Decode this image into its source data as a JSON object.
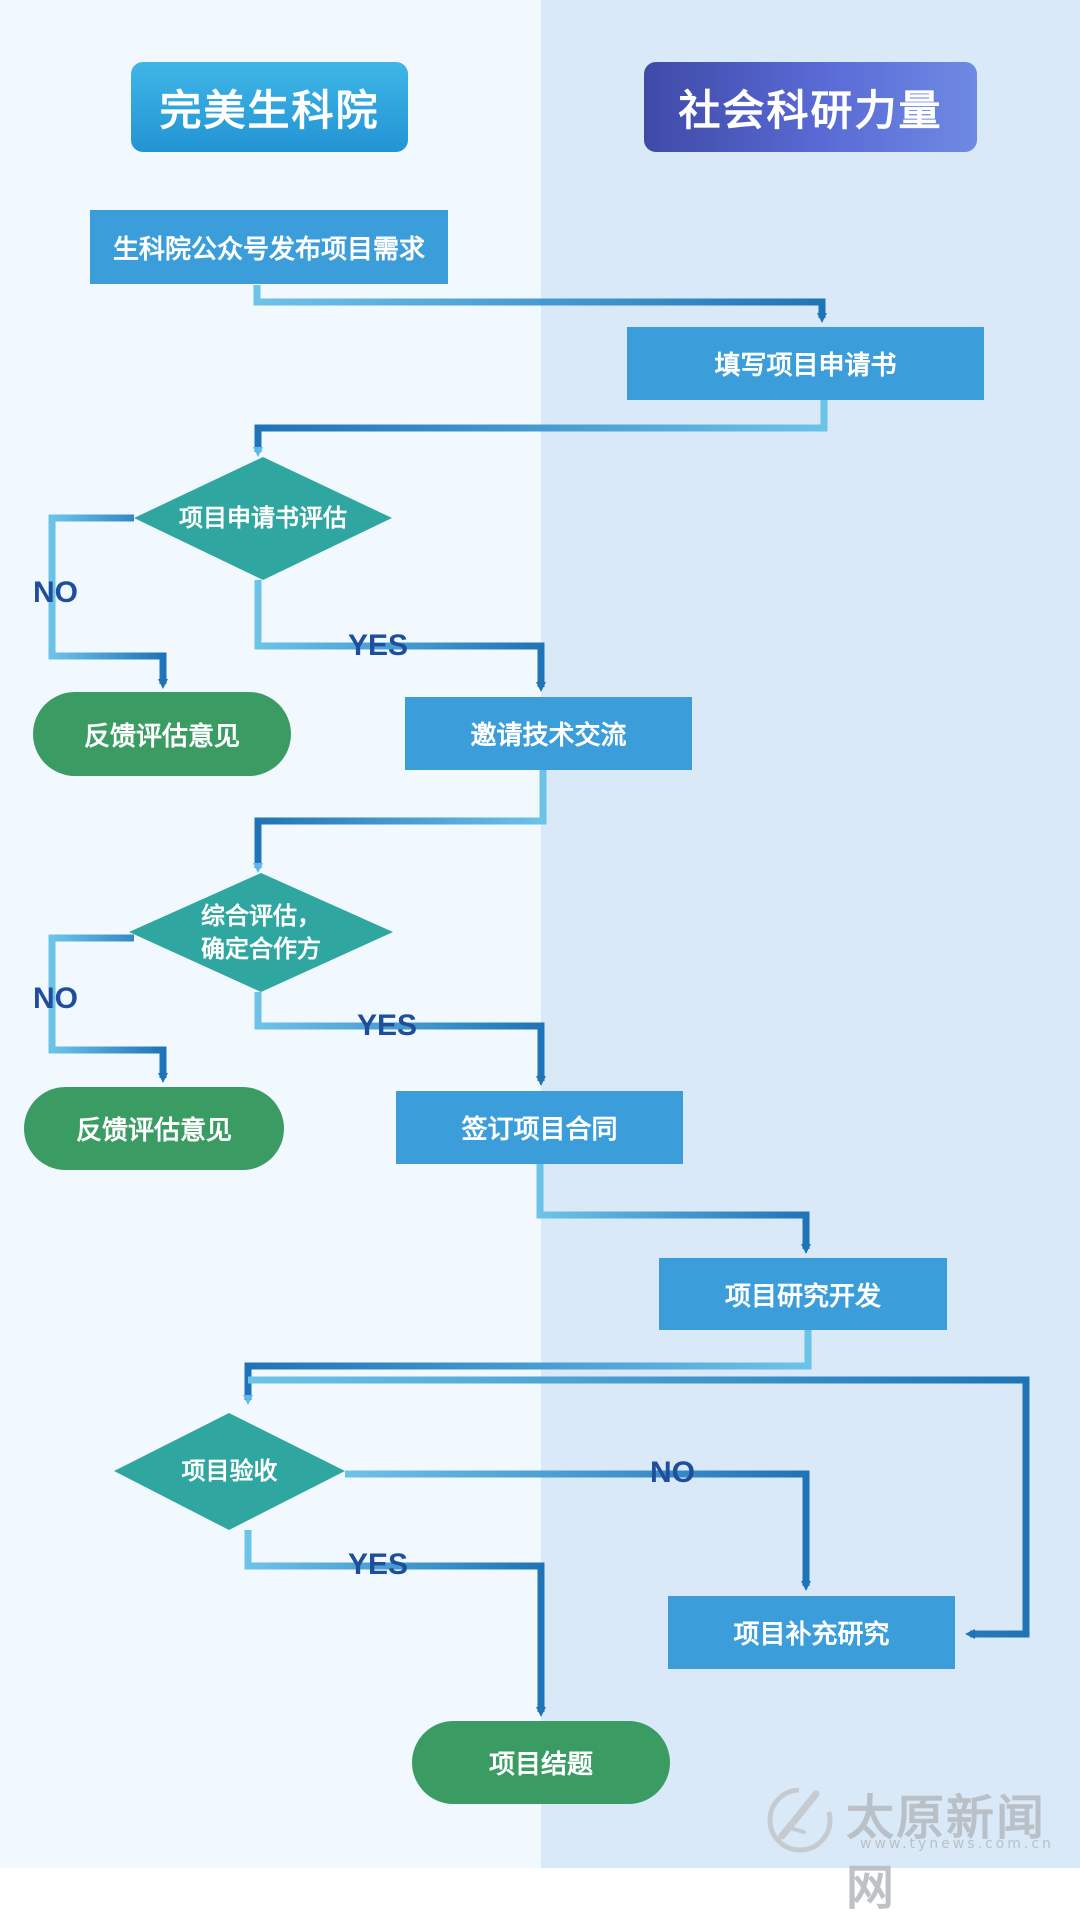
{
  "headers": {
    "left": "完美生科院",
    "right": "社会科研力量"
  },
  "nodes": {
    "publish": "生科院公众号发布项目需求",
    "fill_application": "填写项目申请书",
    "evaluate_application": "项目申请书评估",
    "feedback_1": "反馈评估意见",
    "invite_exchange": "邀请技术交流",
    "comprehensive_eval_line1": "综合评估，",
    "comprehensive_eval_line2": "确定合作方",
    "feedback_2": "反馈评估意见",
    "sign_contract": "签订项目合同",
    "research_dev": "项目研究开发",
    "acceptance": "项目验收",
    "supplementary_research": "项目补充研究",
    "conclusion": "项目结题"
  },
  "edge_labels": {
    "no_1": "NO",
    "yes_1": "YES",
    "no_2": "NO",
    "yes_2": "YES",
    "no_3": "NO",
    "yes_3": "YES"
  },
  "watermark": {
    "name": "太原新闻网",
    "url": "www.tynews.com.cn"
  },
  "colors": {
    "left_lane": "#f2f9fe",
    "right_lane": "#d9e9f7",
    "process_box": "#3b9edb",
    "terminal": "#3a9c63",
    "decision": "#2fa7a0",
    "connector_light": "#6cc3e8",
    "connector_dark": "#1f74b8",
    "label_text": "#1f4e9c"
  }
}
